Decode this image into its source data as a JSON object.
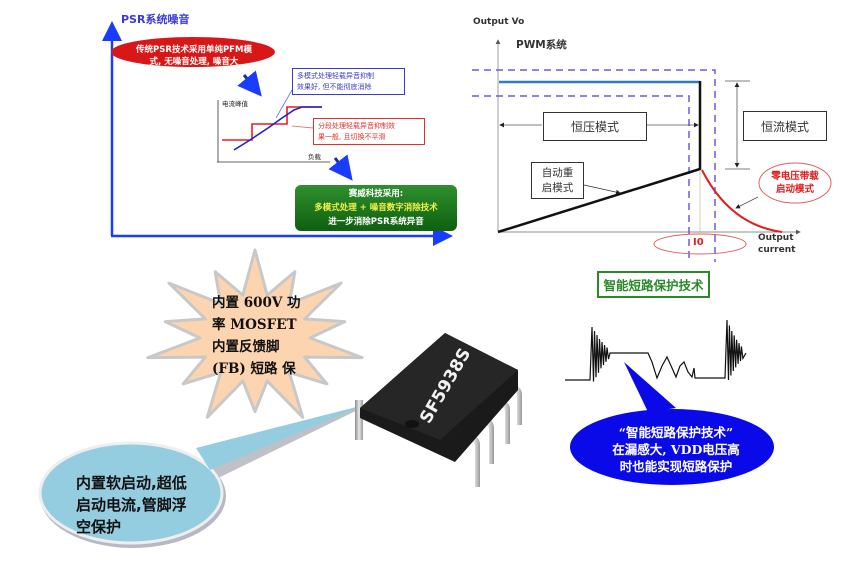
{
  "left_diagram": {
    "y_axis_title": "PSR系统噪音",
    "red_oval": {
      "line1": "传统PSR技术采用单纯PFM模",
      "line2": "式, 无噪音处理, 噪音大"
    },
    "blue_box": {
      "line1": "多模式处理轻载异音抑制",
      "line2": "效果好, 但不能彻底消除"
    },
    "red_box": {
      "line1": "分段处理轻载异音抑制效",
      "line2": "果一般, 且切换不平滑"
    },
    "inset_y_label": "电流峰值",
    "inset_x_label": "负载",
    "green_box": {
      "line1": "赛威科技采用:",
      "line2": "多模式处理 + 噪音数字消除技术",
      "line3": "进一步消除PSR系统异音"
    },
    "colors": {
      "axis": "#1a3cff",
      "red": "#e02020",
      "green": "#1a7a1a",
      "blue_line": "#2020c8"
    }
  },
  "right_diagram": {
    "y_axis_title": "Output Vo",
    "system_title": "PWM系统",
    "cv_mode": "恒压模式",
    "cc_mode": "恒流模式",
    "restart_mode": {
      "line1": "自动重",
      "line2": "启模式"
    },
    "zero_voltage_mode": {
      "line1": "零电压带载",
      "line2": "启动模式"
    },
    "io_label": "I0",
    "x_axis_title": {
      "line1": "Output",
      "line2": "current"
    },
    "colors": {
      "dashed": "#6a5ae0",
      "vo_line": "#2a7ad0",
      "curve": "#e02020"
    }
  },
  "starburst": {
    "lines": [
      "内置 600V 功",
      "率 MOSFET",
      "内置反馈脚",
      "(FB) 短路 保"
    ],
    "fill": "#fcd4b0"
  },
  "cloud_callout": {
    "lines": [
      "内置软启动,超低",
      "启动电流,管脚浮",
      "空保护"
    ],
    "fill": "#95cde0"
  },
  "chip": {
    "part_number": "SF5938S"
  },
  "short_circuit": {
    "label": "智能短路保护技术",
    "callout_lines": [
      "“智能短路保护技术”",
      "在漏感大, VDD电压高",
      "时也能实现短路保护"
    ],
    "callout_fill": "#0a0ae8"
  }
}
